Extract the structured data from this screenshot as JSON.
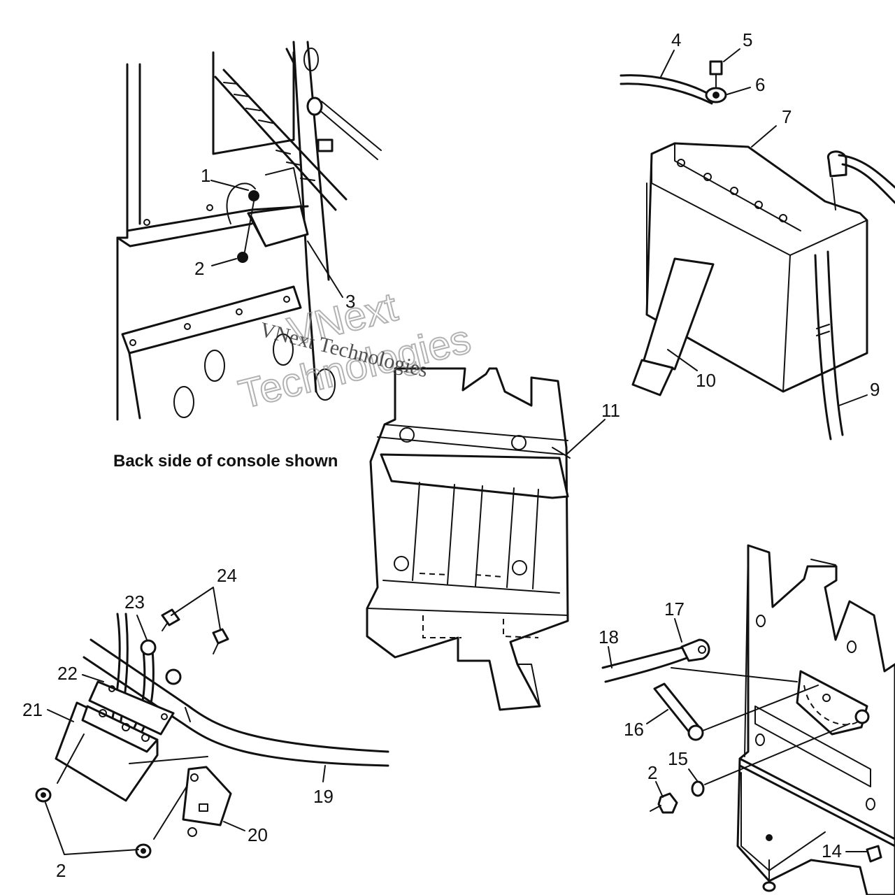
{
  "caption": "Back side of console shown",
  "watermark": {
    "line1": "VNext",
    "line2": "Technologies",
    "line3": "VNext Technologies"
  },
  "callouts": {
    "c1": "1",
    "c2a": "2",
    "c3": "3",
    "c4": "4",
    "c5": "5",
    "c6": "6",
    "c7": "7",
    "c9": "9",
    "c10": "10",
    "c11": "11",
    "c14": "14",
    "c15": "15",
    "c2b": "2",
    "c16": "16",
    "c17": "17",
    "c18": "18",
    "c19": "19",
    "c20": "20",
    "c21": "21",
    "c22": "22",
    "c23": "23",
    "c24": "24",
    "c2c": "2"
  }
}
